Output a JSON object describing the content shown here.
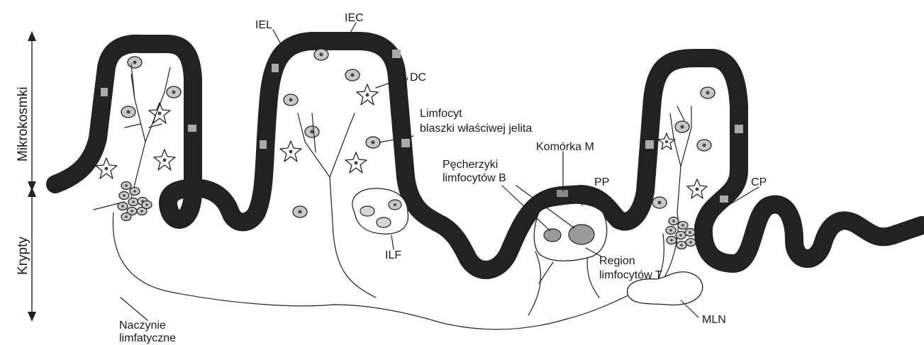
{
  "axis": {
    "villi": "Mikrokosmki",
    "crypts": "Krypty"
  },
  "labels": {
    "iel": "IEL",
    "iec": "IEC",
    "dc": "DC",
    "lamina_line1": "Limfocyt",
    "lamina_line2": "blaszki właściwej jelita",
    "m_cell": "Komórka M",
    "b_follicles_line1": "Pęcherzyki",
    "b_follicles_line2": "limfocytów B",
    "pp": "PP",
    "cp": "CP",
    "ilf": "ILF",
    "t_region_line1": "Region",
    "t_region_line2": "limfocytów T",
    "mln": "MLN",
    "lymph_line1": "Naczynie",
    "lymph_line2": "limfatyczne"
  }
}
